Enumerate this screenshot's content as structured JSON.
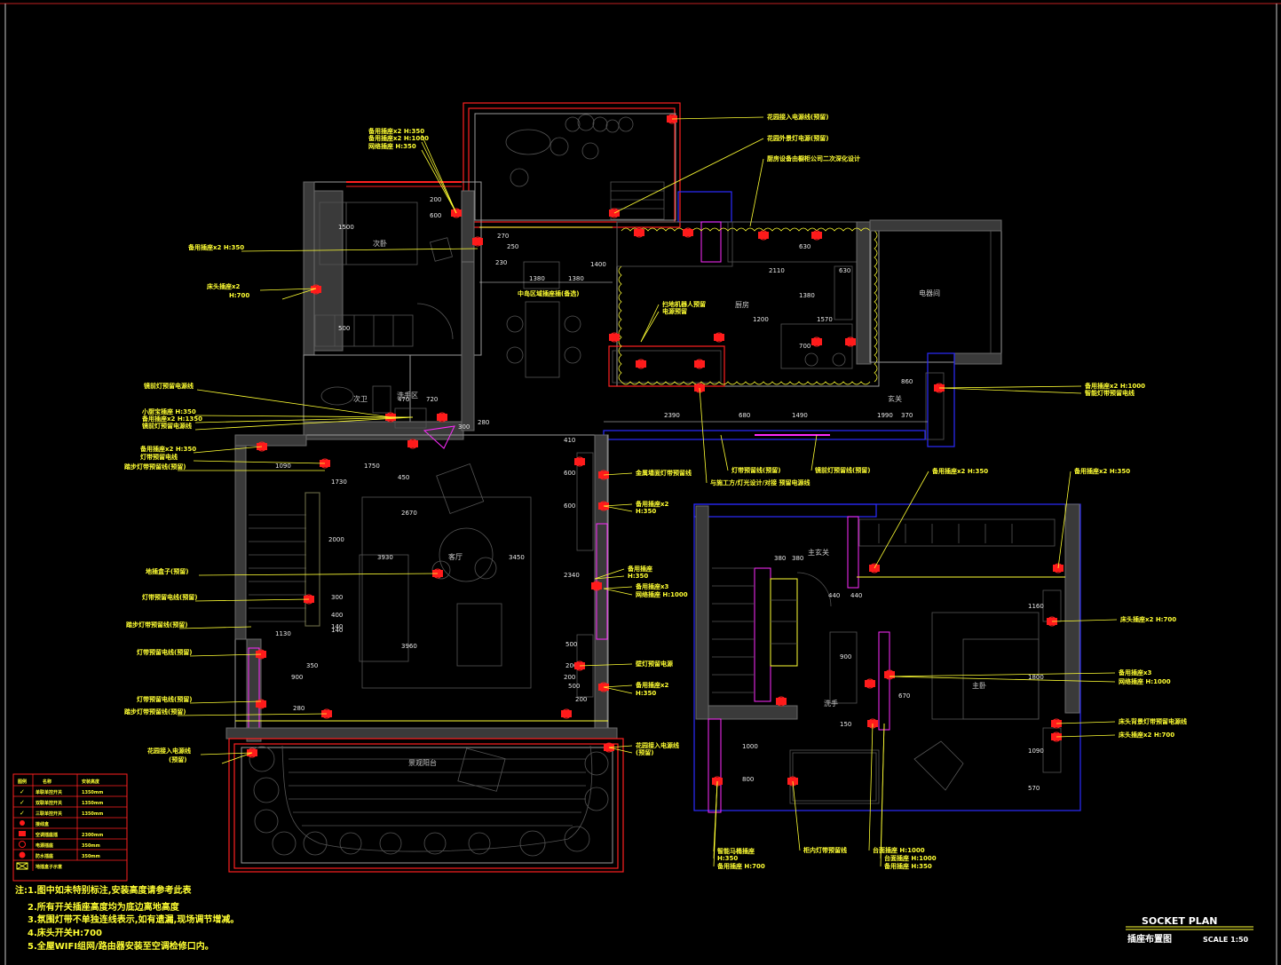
{
  "drawing": {
    "title_en": "SOCKET PLAN",
    "title_cn": "插座布置图",
    "scale": "SCALE 1:50"
  },
  "rooms": {
    "second_bedroom": "次卧",
    "kitchen": "厨房",
    "equipment_room": "电器间",
    "secondary_bath": "次卫",
    "wash_area": "洗手区",
    "foyer": "玄关",
    "living_room": "客厅",
    "dining_note": "中岛区域插座插(备选)",
    "balcony": "景观阳台",
    "master_entry": "主玄关",
    "master_bedroom": "主卧",
    "wash_label": "洗手"
  },
  "labels_left": [
    "备用插座x2 H:350",
    "备用插座x2 H:1000",
    "网络插座 H:350",
    "备用插座x2 H:350",
    "床头插座x2",
    "H:700",
    "镜前灯预留电源线",
    "小厨宝插座 H:350",
    "备用插座x2 H:1350",
    "镜前灯预留电源线",
    "备用插座x2 H:350",
    "灯带预留电线",
    "踏步灯带预留线(预留)",
    "地插盒子(预留)",
    "灯带预留电线(预留)",
    "踏步灯带预留线(预留)",
    "灯带预留电线(预留)",
    "灯带预留电线(预留)",
    "踏步灯带预留线(预留)",
    "花园接入电源线",
    "(预留)"
  ],
  "labels_right": [
    "花园接入电源线(预留)",
    "花园外景灯电源(预留)",
    "厨房设备由橱柜公司二次深化设计",
    "扫地机器人预留",
    "电源预留",
    "备用插座x2 H:1000",
    "智能灯带预留电线",
    "灯带预留线(预留)",
    "与施工方/灯光设计/对接 预留电源线",
    "镜前灯预留线(预留)",
    "备用插座x2 H:350",
    "备用插座x2 H:350",
    "金属墙面灯带预留线",
    "备用插座x2",
    "H:350",
    "备用插座",
    "H:350",
    "备用插座x3",
    "网络插座 H:1000",
    "壁灯预留电源",
    "备用插座x2",
    "H:350",
    "花园接入电源线",
    "(预留)",
    "床头插座x2 H:700",
    "备用插座x3",
    "网络插座 H:1000",
    "床头背景灯带预留电源线",
    "床头插座x2 H:700",
    "智能马桶插座",
    "H:350",
    "备用插座 H:700",
    "柜内灯带预留线",
    "台面插座 H:1000",
    "台面插座 H:1000",
    "备用插座 H:350"
  ],
  "dims": [
    "200",
    "1500",
    "600",
    "500",
    "270",
    "250",
    "230",
    "1400",
    "1380",
    "1380",
    "2110",
    "630",
    "630",
    "1380",
    "1200",
    "1570",
    "700",
    "470",
    "720",
    "300",
    "280",
    "2390",
    "680",
    "1490",
    "1990",
    "860",
    "370",
    "410",
    "1090",
    "1750",
    "450",
    "2670",
    "1730",
    "3930",
    "3450",
    "2000",
    "300",
    "400",
    "140",
    "2340",
    "1130",
    "140",
    "350",
    "900",
    "200",
    "280",
    "3960",
    "600",
    "600",
    "200",
    "500",
    "200",
    "500",
    "380",
    "380",
    "440",
    "440",
    "900",
    "1160",
    "1800",
    "1090",
    "570",
    "1000",
    "800",
    "150",
    "670"
  ],
  "legend": {
    "headers": [
      "图例",
      "名称",
      "安装高度"
    ],
    "rows": [
      [
        "单联单控开关",
        "1350mm"
      ],
      [
        "双联单控开关",
        "1350mm"
      ],
      [
        "三联单控开关",
        "1350mm"
      ],
      [
        "接线盒",
        ""
      ],
      [
        "空调插座插",
        "2300mm"
      ],
      [
        "电源插座",
        "350mm"
      ],
      [
        "防水插座",
        "350mm"
      ],
      [
        "地插盒子示意",
        ""
      ]
    ]
  },
  "notes": [
    "注:1.图中如未特别标注,安装高度请参考此表",
    "2.所有开关插座高度均为底边离地高度",
    "3.氛围灯带不单独连线表示,如有遗漏,现场调节增减。",
    "4.床头开关H:700",
    "5.全屋WIFI组网/路由器安装至空调检修口内。"
  ],
  "colors": {
    "background": "#000000",
    "label": "#ffff33",
    "socket": "#ff1a1a",
    "wall": "#3a3a3a",
    "window": "#2b2bff",
    "accent": "#ff2bff"
  }
}
